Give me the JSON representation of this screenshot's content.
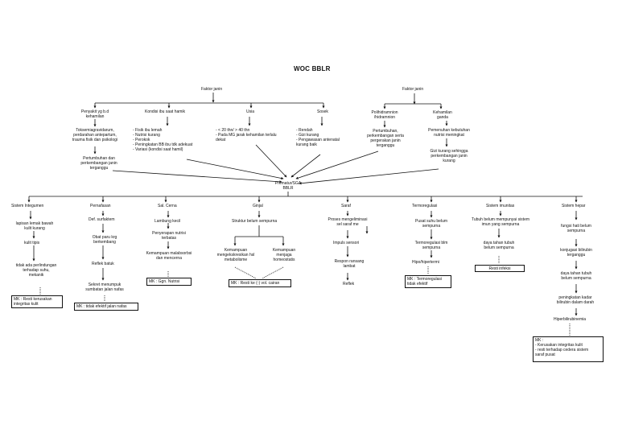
{
  "title": "WOC BBLR",
  "faktor_left": "Faktor janin",
  "faktor_right": "Faktor janin",
  "causes": {
    "penyakit": "Penyakit yg b.d\nkehamilan",
    "kondisi": "Kondisi ibu saat hamik",
    "usia": "Usia",
    "sosek": "Sosek",
    "poli": "Polihidramnion\n/hidramnion",
    "gemelli": "Kehamilan\nganda"
  },
  "details": {
    "toksemia": "Toksemiagravidarum,\nperdarahan antepartum,\ntrauma fisik dan psikologi",
    "pertumbuhan_left": "Pertumbuhan dan\nperkembangan janin\nterganggu",
    "kondisi_list": "- Fisik ibu lemah\n- Nutrisi kurang\n- Perokok\n- Peningkatan BB ibu tdk adekuat\n- Variasi (kondisi saat hamil)",
    "usia_list": "- < 20 thn/ > 40 thn\n- Pada MG jarak kehamilan terlalu\n  dekat",
    "sosek_list": "- Rendah\n- Gizi kurang\n- Pengawasan antenatal\n  kurang baik",
    "poli_result": "Pertumbuhan,\nperkembangan serta\npergerakan janin\nterganggu",
    "gemelli_1": "Pemenuhan kebutuhan\nnutrisi meningkat",
    "gemelli_2": "Gizi kurang sehingga\nperkembangan janin\nkurang"
  },
  "central": "Prematur/SGA\nBBLR",
  "systems": {
    "integumen": {
      "label": "Sistem Integumen",
      "steps": [
        "lapisan lemak bawah\nkulit kurang",
        "kulit tipis",
        "tidak ada perlindungan\nterhadap suhu,\nmekanik"
      ],
      "mk": "MK : Resti kerusakan\nintegritas kulit"
    },
    "pernafasan": {
      "label": "Pernafasan",
      "steps": [
        "Def. surfaktem",
        "Obat paru krg\nberkembang",
        "Reflek batuk",
        "Sekret menumpuk\nsumbatan jalan nafas"
      ],
      "mk": "MK : tidak efektif jalan nafas"
    },
    "cerna": {
      "label": "Sal. Cerna",
      "steps": [
        "Lambung kecil",
        "Penyerapan nutrisi\nterbatas",
        "Kemampuan malabsorbsi\ndan mencerna"
      ],
      "mk": "MK : Ggn. Nutrisi"
    },
    "ginjal": {
      "label": "Ginjal",
      "steps": [
        "Struktur belum sempurna",
        "Kemampuan\nmengekskresikan hsl\nmetabolisme",
        "Kemampuan\nmenjaga\nhomeostatis"
      ],
      "mk": "MK : Resti ke (-) vol. cairan"
    },
    "saraf": {
      "label": "Saraf",
      "steps": [
        "Proses mengeliminasi\nsel saraf me",
        "Impuls sensori",
        "Respon ransang\nlambat",
        "Reflek"
      ]
    },
    "termo": {
      "label": "Termoregulasi",
      "steps": [
        "Pusat suhu belum\nsempurna",
        "Termoregulasi blm\nsempurna",
        "Hipo/hipertermi"
      ],
      "mk": "MK : Termoregulasi\ntidak efektif"
    },
    "imun": {
      "label": "Sistem imunitas",
      "steps": [
        "Tubuh belum mempunyai sistem\nimun yang sempurna",
        "daya tahan tubuh\nbelum sempurna"
      ],
      "mk": "Resti infeksi"
    },
    "hepar": {
      "label": "Sistem hepar",
      "steps": [
        "fungsi hati belum\nsempurna",
        "konjugasi bilirubin\nterganggu",
        "daya tahan tubuh\nbelum sempurna",
        "peningkatan kadar\nbilirubin dalam darah",
        "Hiperbilirubinemia"
      ],
      "mk": "MK :\n- Kerusakan integritas kulit\n- resti terhadap cedera sistem\n  saraf pusat"
    }
  }
}
